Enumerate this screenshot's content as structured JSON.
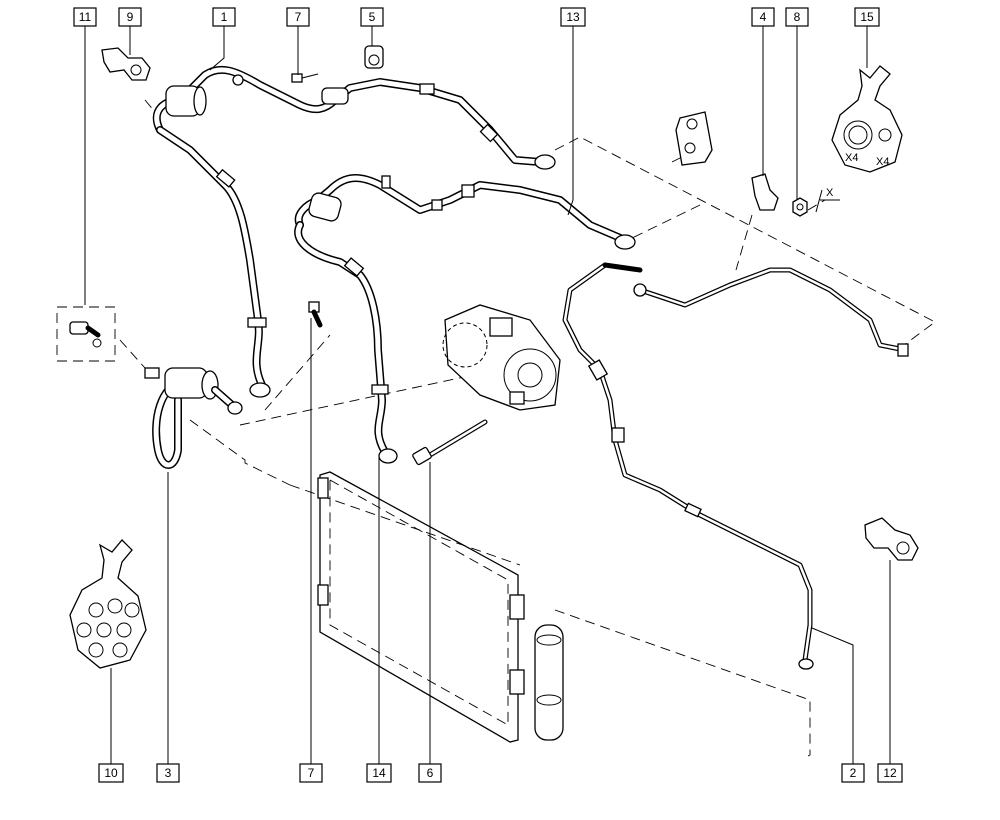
{
  "callouts": {
    "c1": "1",
    "c2": "2",
    "c3": "3",
    "c4": "4",
    "c5": "5",
    "c6": "6",
    "c7a": "7",
    "c7b": "7",
    "c8": "8",
    "c9": "9",
    "c10": "10",
    "c11": "11",
    "c12": "12",
    "c13": "13",
    "c14": "14",
    "c15": "15"
  },
  "annotations": {
    "qty_left": "X4",
    "qty_right": "X4",
    "view_x": "X"
  },
  "colors": {
    "line": "#000000",
    "background": "#ffffff"
  }
}
